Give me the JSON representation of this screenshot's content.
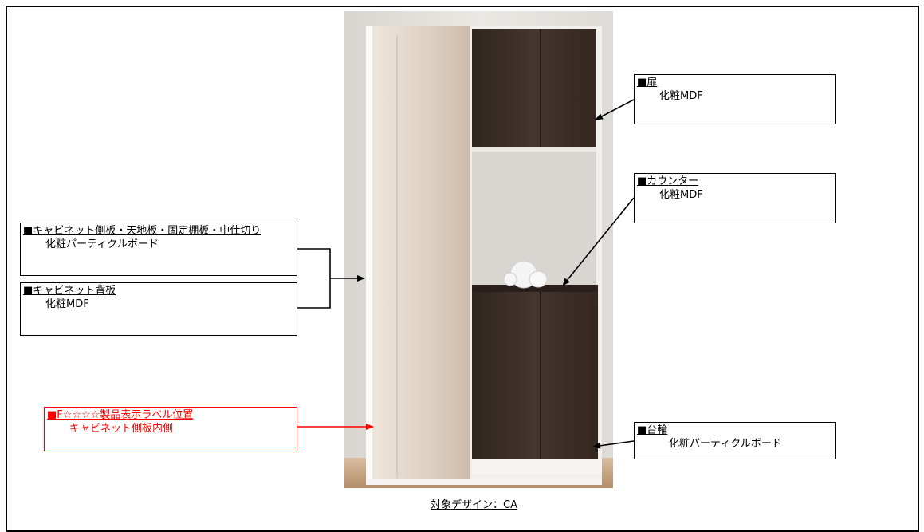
{
  "caption": "対象デザイン：CA",
  "labels": {
    "door": {
      "heading": "■扉",
      "material": "化粧MDF"
    },
    "counter": {
      "heading": "■カウンター",
      "material": "化粧MDF"
    },
    "cabinet_side": {
      "heading": "■キャビネット側板・天地板・固定棚板・中仕切り",
      "material": "化粧パーティクルボード"
    },
    "cabinet_back": {
      "heading": "■キャビネット背板",
      "material": "化粧MDF"
    },
    "f_label": {
      "heading": "■F☆☆☆☆製品表示ラベル位置",
      "material": "キャビネット側板内側"
    },
    "base": {
      "heading": "■台輪",
      "material": "化粧パーティクルボード"
    }
  },
  "colors": {
    "wood": "#3b2d26",
    "panel": "#d9cbbb",
    "wall": "#e6e3df",
    "floor": "#c7a98a",
    "accent_red": "#ff0000"
  }
}
